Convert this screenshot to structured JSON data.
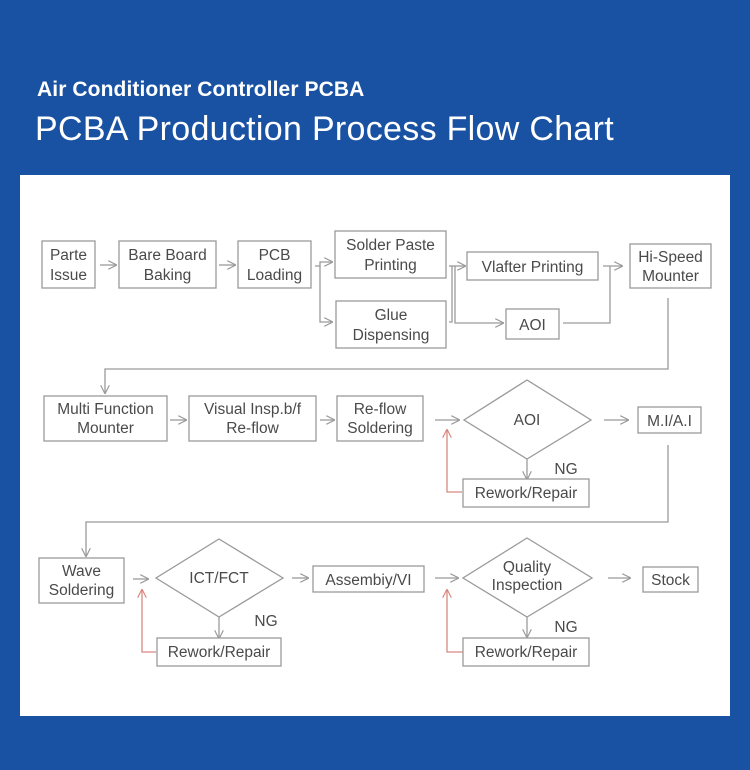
{
  "header": {
    "subtitle": "Air Conditioner Controller PCBA",
    "title": "PCBA Production Process Flow Chart"
  },
  "colors": {
    "background": "#1a52a3",
    "panel": "#ffffff",
    "box_border": "#9a9a9a",
    "text": "#4a4a4a",
    "rework_arrow": "#d98882"
  },
  "nodes": {
    "parte_issue": {
      "lines": [
        "Parte",
        "Issue"
      ],
      "shape": "rect"
    },
    "bare_board_baking": {
      "lines": [
        "Bare Board",
        "Baking"
      ],
      "shape": "rect"
    },
    "pcb_loading": {
      "lines": [
        "PCB",
        "Loading"
      ],
      "shape": "rect"
    },
    "solder_paste_printing": {
      "lines": [
        "Solder Paste",
        "Printing"
      ],
      "shape": "rect"
    },
    "glue_dispensing": {
      "lines": [
        "Glue",
        "Dispensing"
      ],
      "shape": "rect"
    },
    "vlafter_printing": {
      "lines": [
        "Vlafter Printing"
      ],
      "shape": "rect"
    },
    "aoi_1": {
      "lines": [
        "AOI"
      ],
      "shape": "rect"
    },
    "hi_speed_mounter": {
      "lines": [
        "Hi-Speed",
        "Mounter"
      ],
      "shape": "rect"
    },
    "multi_function_mounter": {
      "lines": [
        "Multi Function",
        "Mounter"
      ],
      "shape": "rect"
    },
    "visual_insp": {
      "lines": [
        "Visual Insp.b/f",
        "Re-flow"
      ],
      "shape": "rect"
    },
    "reflow_soldering": {
      "lines": [
        "Re-flow",
        "Soldering"
      ],
      "shape": "rect"
    },
    "aoi_2": {
      "lines": [
        "AOI"
      ],
      "shape": "diamond"
    },
    "mi_ai": {
      "lines": [
        "M.I/A.I"
      ],
      "shape": "rect"
    },
    "rework_1": {
      "lines": [
        "Rework/Repair"
      ],
      "shape": "rect"
    },
    "wave_soldering": {
      "lines": [
        "Wave",
        "Soldering"
      ],
      "shape": "rect"
    },
    "ict_fct": {
      "lines": [
        "ICT/FCT"
      ],
      "shape": "diamond"
    },
    "assembly_vi": {
      "lines": [
        "Assembiy/VI"
      ],
      "shape": "rect"
    },
    "quality_inspection": {
      "lines": [
        "Quality",
        "Inspection"
      ],
      "shape": "diamond"
    },
    "stock": {
      "lines": [
        "Stock"
      ],
      "shape": "rect"
    },
    "rework_2": {
      "lines": [
        "Rework/Repair"
      ],
      "shape": "rect"
    },
    "rework_3": {
      "lines": [
        "Rework/Repair"
      ],
      "shape": "rect"
    }
  },
  "ng_label": "NG",
  "edges": [
    [
      "parte_issue",
      "bare_board_baking"
    ],
    [
      "bare_board_baking",
      "pcb_loading"
    ],
    [
      "pcb_loading",
      "solder_paste_printing"
    ],
    [
      "pcb_loading",
      "glue_dispensing"
    ],
    [
      "solder_paste_printing",
      "vlafter_printing"
    ],
    [
      "glue_dispensing",
      "aoi_1"
    ],
    [
      "vlafter_printing",
      "hi_speed_mounter"
    ],
    [
      "aoi_1",
      "hi_speed_mounter"
    ],
    [
      "hi_speed_mounter",
      "multi_function_mounter"
    ],
    [
      "multi_function_mounter",
      "visual_insp"
    ],
    [
      "visual_insp",
      "reflow_soldering"
    ],
    [
      "reflow_soldering",
      "aoi_2"
    ],
    [
      "aoi_2",
      "mi_ai"
    ],
    [
      "aoi_2",
      "rework_1",
      "NG"
    ],
    [
      "rework_1",
      "aoi_2",
      "rework"
    ],
    [
      "mi_ai",
      "wave_soldering"
    ],
    [
      "wave_soldering",
      "ict_fct"
    ],
    [
      "ict_fct",
      "assembly_vi"
    ],
    [
      "ict_fct",
      "rework_2",
      "NG"
    ],
    [
      "rework_2",
      "ict_fct",
      "rework"
    ],
    [
      "assembly_vi",
      "quality_inspection"
    ],
    [
      "quality_inspection",
      "stock"
    ],
    [
      "quality_inspection",
      "rework_3",
      "NG"
    ],
    [
      "rework_3",
      "quality_inspection",
      "rework"
    ]
  ]
}
